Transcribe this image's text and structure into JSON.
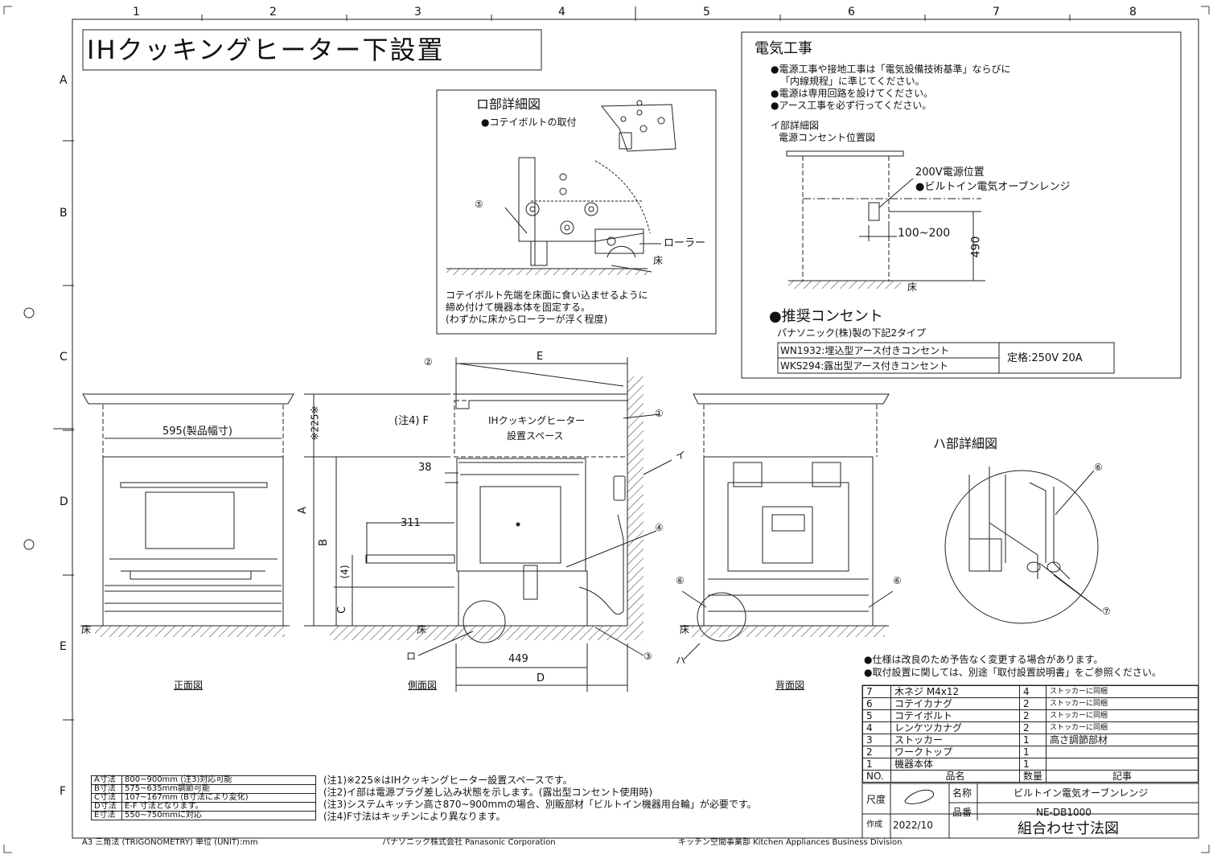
{
  "grid": {
    "cols": [
      "1",
      "2",
      "3",
      "4",
      "5",
      "6",
      "7",
      "8"
    ],
    "rows": [
      "A",
      "B",
      "C",
      "D",
      "E",
      "F"
    ]
  },
  "title": "IHクッキングヒーター下設置",
  "detail_ro": {
    "title": "ロ部詳細図",
    "bullet": "●コテイボルトの取付",
    "roller_label": "ローラー",
    "floor_label": "床",
    "part_marker": "⑤",
    "note_lines": [
      "コテイボルト先端を床面に食い込ませるように",
      "締め付けて機器本体を固定する。",
      "(わずかに床からローラーが浮く程度)"
    ]
  },
  "electrical": {
    "title": "電気工事",
    "lines": [
      "●電源工事や接地工事は「電気設備技術基準」ならびに",
      "「内線規程」に準じてください。",
      "●電源は専用回路を設けてください。",
      "●アース工事を必ず行ってください。"
    ],
    "detail_title": "イ部詳細図",
    "detail_subtitle": "電源コンセント位置図",
    "label_200v": "200V電源位置",
    "label_oven": "●ビルトイン電気オーブンレンジ",
    "dim_100_200": "100~200",
    "dim_490": "490",
    "floor_label": "床",
    "recommend_title": "●推奨コンセント",
    "recommend_sub": "パナソニック(株)製の下記2タイプ",
    "outlets": [
      "WN1932:埋込型アース付きコンセント",
      "WKS294:露出型アース付きコンセント"
    ],
    "rating": "定格:250V 20A"
  },
  "front_view": {
    "label": "正面図",
    "width_dim": "595(製品幅寸)",
    "floor_label": "床"
  },
  "side_view": {
    "label": "側面図",
    "dim_E": "E",
    "dim_F": "(注4) F",
    "space_label_1": "IHクッキングヒーター",
    "space_label_2": "設置スペース",
    "dim_225": "※225※",
    "dim_A": "A",
    "dim_B": "B",
    "dim_C": "C",
    "dim_4": "(4)",
    "dim_38": "38",
    "dim_311": "311",
    "dim_449": "449",
    "dim_D": "D",
    "floor_label": "床",
    "marker_ro": "ロ",
    "marker_i": "イ",
    "markers": [
      "①",
      "②",
      "③",
      "④"
    ]
  },
  "back_view": {
    "label": "背面図",
    "floor_label": "床",
    "marker_ha": "ハ",
    "marker_6": "⑥"
  },
  "detail_ha": {
    "title": "ハ部詳細図",
    "markers": [
      "⑥",
      "⑦"
    ]
  },
  "notes_right": [
    "●仕様は改良のため予告なく変更する場合があります。",
    "●取付設置に関しては、別途「取付設置説明書」をご参照ください。"
  ],
  "parts_table": {
    "headers": [
      "NO.",
      "品名",
      "数量",
      "記事"
    ],
    "rows": [
      [
        "7",
        "木ネジ M4x12",
        "4",
        "ストッカーに同梱"
      ],
      [
        "6",
        "コテイカナグ",
        "2",
        "ストッカーに同梱"
      ],
      [
        "5",
        "コテイボルト",
        "2",
        "ストッカーに同梱"
      ],
      [
        "4",
        "レンケツカナグ",
        "2",
        "ストッカーに同梱"
      ],
      [
        "3",
        "ストッカー",
        "1",
        "高さ調節部材"
      ],
      [
        "2",
        "ワークトップ",
        "1",
        ""
      ],
      [
        "1",
        "機器本体",
        "1",
        ""
      ]
    ]
  },
  "title_block": {
    "scale_label": "尺度",
    "name_label": "名称",
    "name_value": "ビルトイン電気オーブンレンジ",
    "part_label": "品番",
    "part_value": "NE-DB1000",
    "made_label": "作成",
    "made_value": "2022/10",
    "drawing_title": "組合わせ寸法図"
  },
  "dims_table": [
    [
      "A寸法",
      "800~900mm (注3)対応可能"
    ],
    [
      "B寸法",
      "575~635mm調節可能"
    ],
    [
      "C寸法",
      "107~167mm (B寸法により変化)"
    ],
    [
      "D寸法",
      "E-F 寸法となります。"
    ],
    [
      "E寸法",
      "550~750mmに対応"
    ]
  ],
  "footnotes": [
    "(注1)※225※はIHクッキングヒーター設置スペースです。",
    "(注2)イ部は電源プラグ差し込み状態を示します。(露出型コンセント使用時)",
    "(注3)システムキッチン高さ870~900mmの場合、別販部材「ビルトイン機器用台輪」が必要です。",
    "(注4)F寸法はキッチンにより異なります。"
  ],
  "footer": {
    "left": "A3 三角法 (TRIGONOMETRY) 単位 (UNIT):mm",
    "center": "パナソニック株式会社 Panasonic Corporation",
    "right": "キッチン空間事業部 Kitchen Appliances Business Division"
  }
}
